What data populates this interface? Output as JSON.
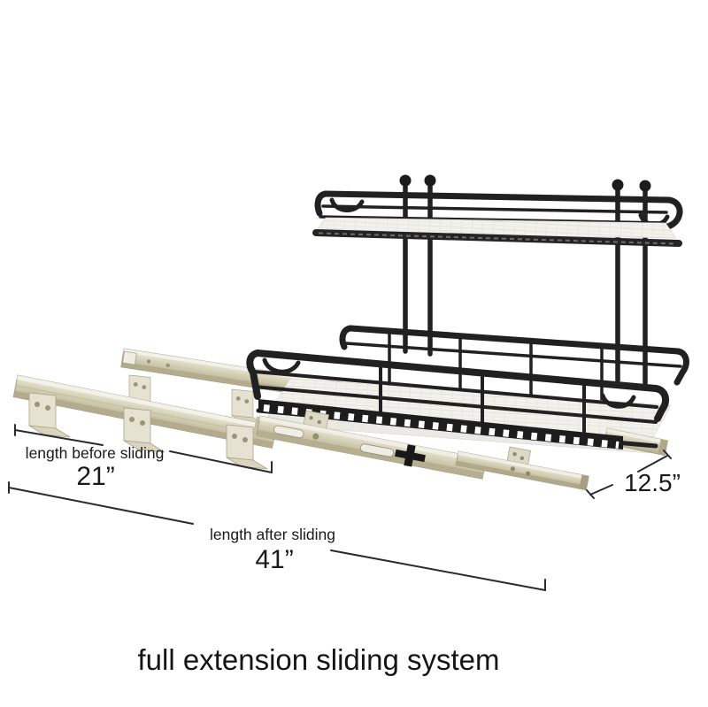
{
  "canvas": {
    "background": "#ffffff"
  },
  "caption": "full extension sliding system",
  "annotations": {
    "length_before": {
      "label": "length before sliding",
      "value": "21”"
    },
    "length_after": {
      "label": "length after sliding",
      "value": "41”"
    },
    "depth": {
      "value": "12.5”"
    }
  },
  "product": {
    "description": "two-tier black wire pull-out cabinet organizer basket on zinc-plated full-extension slide rails with mounting brackets",
    "tiers": 2,
    "colors": {
      "wire": "#212121",
      "rail_zinc": "#d6d0b8",
      "rail_zinc_dark": "#b3ab8d",
      "shelf_liner": "#f2f1ec",
      "annotation_line": "#2b2b2b",
      "text": "#1a1a1a"
    }
  }
}
